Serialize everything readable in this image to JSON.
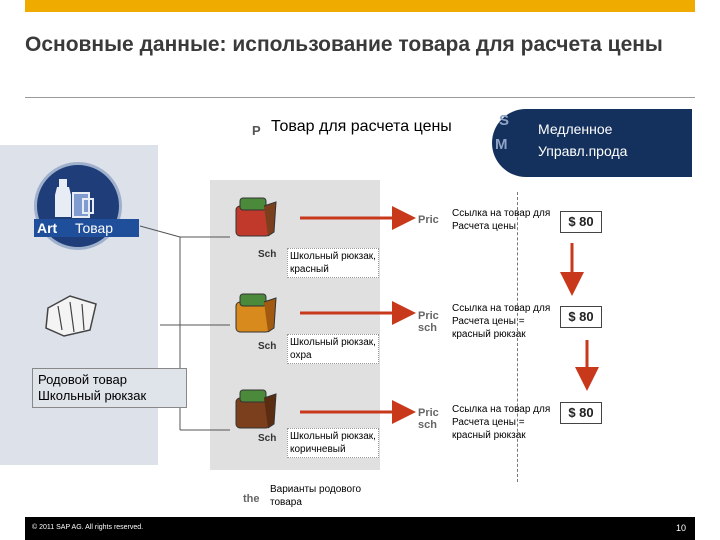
{
  "header": {
    "title": "Основные данные: использование товара для расчета цены",
    "ghost_p": "P",
    "price_product_label": "Товар для расчета цены",
    "ghost_s": "S",
    "ghost_m": "M",
    "bubble_line1": "Медленное",
    "bubble_line2": "Управл.прода"
  },
  "material": {
    "ghost_art": "Art",
    "label": "Товар"
  },
  "generic_product": {
    "line1": "Родовой товар",
    "line2": "Школьный рюкзак"
  },
  "variants": [
    {
      "ghost": "Sch",
      "label_line1": "Школьный рюкзак,",
      "label_line2": "красный",
      "pric_ghost": "Pric",
      "sch_ghost": "",
      "ref_line1": "Ссылка на товар для",
      "ref_line2": "Расчета цены",
      "ref_line3": "",
      "price": "$ 80",
      "bag_color": "#c0392b"
    },
    {
      "ghost": "Sch",
      "label_line1": "Школьный рюкзак,",
      "label_line2": "охра",
      "pric_ghost": "Pric",
      "sch_ghost": "sch",
      "ref_line1": "Ссылка на товар для",
      "ref_line2": "Расчета цены =",
      "ref_line3": "красный рюкзак",
      "price": "$ 80",
      "bag_color": "#d88a1c"
    },
    {
      "ghost": "Sch",
      "label_line1": "Школьный рюкзак,",
      "label_line2": "коричневый",
      "pric_ghost": "Pric",
      "sch_ghost": "sch",
      "ref_line1": "Ссылка на товар для",
      "ref_line2": "Расчета цены =",
      "ref_line3": "красный рюкзак",
      "price": "$ 80",
      "bag_color": "#7b3f1d"
    }
  ],
  "variants_caption": {
    "ghost": "the",
    "line1": "Варианты родового",
    "line2": "товара"
  },
  "footer": {
    "copyright": "© 2011 SAP AG. All rights reserved.",
    "page": "10"
  },
  "colors": {
    "accent_bar": "#f0ab00",
    "arrow": "#c8391c",
    "bubble": "#13315c"
  }
}
